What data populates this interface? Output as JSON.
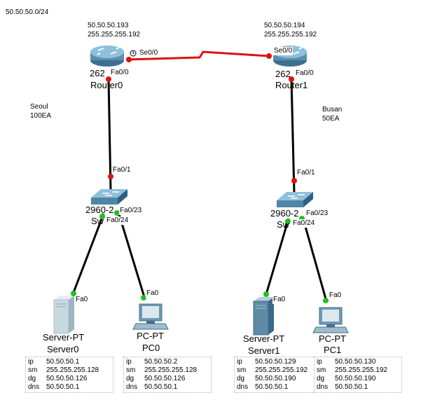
{
  "network_label": "50.50.50.0/24",
  "routers": [
    {
      "name": "Router0",
      "model": "262",
      "ip": "50.50.50.193",
      "mask": "255.255.255.192",
      "serial_port": "Se0/0",
      "lan_port": "Fa0/0"
    },
    {
      "name": "Router1",
      "model": "262",
      "ip": "50.50.50.194",
      "mask": "255.255.255.192",
      "serial_port": "Se0/0",
      "lan_port": "Fa0/0"
    }
  ],
  "sites": [
    {
      "city": "Seoul",
      "count": "100EA"
    },
    {
      "city": "Busan",
      "count": "50EA"
    }
  ],
  "switches": [
    {
      "model": "2960-2",
      "name": "Sw",
      "uplink_port": "Fa0/1",
      "port_a": "Fa0/23",
      "port_b": "Fa0/24"
    },
    {
      "model": "2960-2",
      "name": "Sw",
      "uplink_port": "Fa0/1",
      "port_a": "Fa0/23",
      "port_b": "Fa0/24"
    }
  ],
  "hosts": [
    {
      "type": "Server-PT",
      "name": "Server0",
      "port": "Fa0",
      "ip": "50.50.50.1",
      "sm": "255.255.255.128",
      "dg": "50.50.50.126",
      "dns": "50.50.50.1"
    },
    {
      "type": "PC-PT",
      "name": "PC0",
      "port": "Fa0",
      "ip": "50.50.50.2",
      "sm": "255.255.255.128",
      "dg": "50.50.50.126",
      "dns": "50.50.50.1"
    },
    {
      "type": "Server-PT",
      "name": "Server1",
      "port": "Fa0",
      "ip": "50.50.50.129",
      "sm": "255.255.255.192",
      "dg": "50.50.50.190",
      "dns": "50.50.50.1"
    },
    {
      "type": "PC-PT",
      "name": "PC1",
      "port": "Fa0",
      "ip": "50.50.50.130",
      "sm": "255.255.255.192",
      "dg": "50.50.50.190",
      "dns": "50.50.50.1"
    }
  ],
  "info_keys": {
    "ip": "ip",
    "sm": "sm",
    "dg": "dg",
    "dns": "dns"
  },
  "colors": {
    "serial_link": "#e01010",
    "ethernet_link": "#000000",
    "port_down": "#e01010",
    "port_up": "#20c020",
    "router_body": "#5a8fb0"
  }
}
